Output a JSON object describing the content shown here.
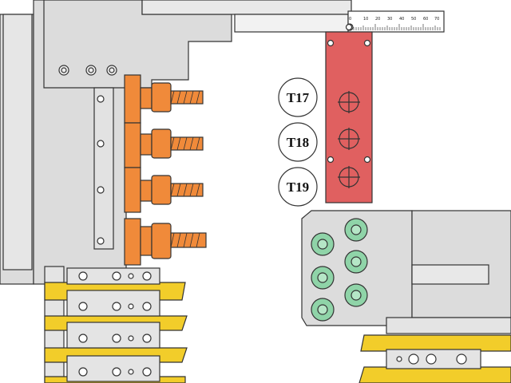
{
  "diagram": {
    "tool_labels": [
      "T17",
      "T18",
      "T19"
    ],
    "ruler_ticks": [
      "0",
      "10",
      "20",
      "30",
      "40",
      "50",
      "60",
      "70"
    ],
    "colors": {
      "orange": "#f08a3a",
      "red": "#e06060",
      "green": "#8fd4a8",
      "yellow": "#f2cd2a",
      "gray": "#dcdcdc",
      "outline": "#333333"
    }
  }
}
